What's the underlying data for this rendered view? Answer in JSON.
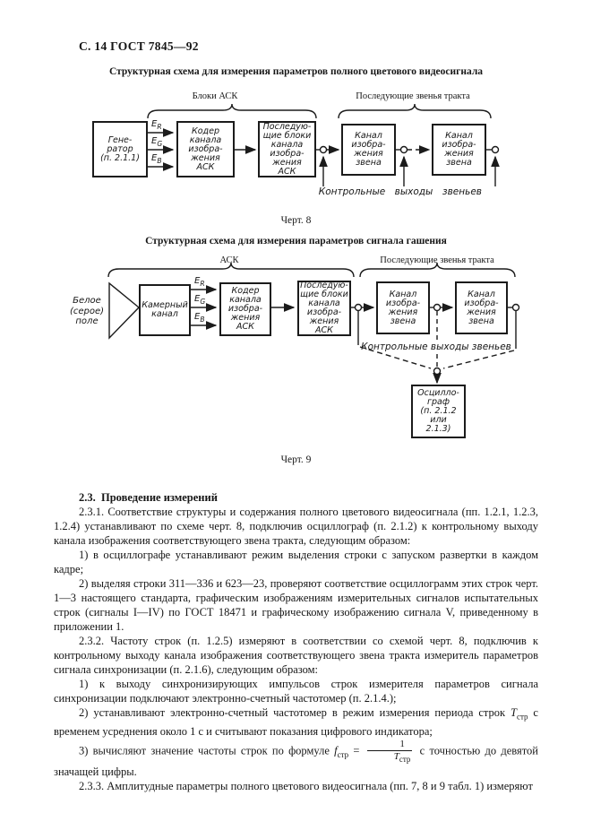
{
  "header": {
    "page_label": "С. 14 ГОСТ 7845—92"
  },
  "fig8": {
    "title": "Структурная схема для измерения параметров полного цветового видеосигнала",
    "caption": "Черт. 8",
    "brace_ask": "Блоки АСК",
    "brace_tract": "Последующие звенья тракта",
    "generator": "Гене-\nратор\n(п. 2.1.1)",
    "coder": "Кодер\nканала\nизобра-\nжения\nАСК",
    "subsequent": "Последую-\nщие блоки\nканала\nизобра-\nжения\nАСК",
    "channel1": "Канал\nизобра-\nжения\nзвена",
    "channel2": "Канал\nизобра-\nжения\nзвена",
    "sig_e": "Е",
    "sig_r": "R",
    "sig_g": "G",
    "sig_b": "B",
    "out_word1": "Контрольные",
    "out_word2": "выходы",
    "out_word3": "звеньев"
  },
  "fig9": {
    "title": "Структурная схема для измерения параметров сигнала гашения",
    "caption": "Черт. 9",
    "brace_ask": "АСК",
    "brace_tract": "Последующие звенья тракта",
    "white_field": "Белое\n(серое)\nполе",
    "camera": "Камерный\nканал",
    "coder": "Кодер\nканала\nизобра-\nжения\nАСК",
    "subsequent": "Последую-\nщие блоки\nканала\nизобра-\nжения\nАСК",
    "channel1": "Канал\nизобра-\nжения\nзвена",
    "channel2": "Канал\nизобра-\nжения\nзвена",
    "oscilloscope": "Осцилло-\nграф\n(п. 2.1.2 или\n2.1.3)",
    "outputs_label": "Контрольные выходы звеньев",
    "sig_e": "Е",
    "sig_r": "R",
    "sig_g": "G",
    "sig_b": "B"
  },
  "section": {
    "heading_num": "2.3.",
    "heading_title": "Проведение измерений",
    "p231": "2.3.1. Соответствие структуры и содержания полного цветового видеосигнала (пп. 1.2.1, 1.2.3, 1.2.4) устанавливают по схеме черт. 8, подключив осциллограф (п. 2.1.2) к контрольному выходу канала изображения соответствующего звена тракта, следующим образом:",
    "p231_i1": "1) в осциллографе устанавливают режим выделения строки с запуском развертки в каждом кадре;",
    "p231_i2": "2) выделяя строки 311—336 и 623—23, проверяют соответствие осциллограмм этих строк черт. 1—3 настоящего стандарта, графическим изображениям измерительных сигналов испытательных строк (сигналы I—IV) по ГОСТ 18471 и графическому изображению сигнала V, приведенному в приложении 1.",
    "p232": "2.3.2. Частоту строк (п. 1.2.5) измеряют в соответствии со схемой черт. 8, подключив к контрольному выходу канала изображения соответствующего звена тракта измеритель параметров сигнала синхронизации (п. 2.1.6), следующим образом:",
    "p232_i1": "1) к выходу синхронизирующих импульсов строк измерителя параметров сигнала синхронизации подключают электронно-счетный частотомер (п. 2.1.4.);",
    "p232_i2_pre": "2) устанавливают электронно-счетный частотомер в режим измерения периода строк ",
    "t_base": "Т",
    "t_sub": "стр",
    "p232_i2_post": " с временем усреднения около 1 с и считывают показания цифрового индикатора;",
    "p232_i3_pre": "3) вычисляют значение частоты строк по формуле ",
    "f_base": "f",
    "f_sub": "стр",
    "eq_sign": "=",
    "frac_num": "1",
    "frac_den_base": "Т",
    "frac_den_sub": "стр",
    "p232_i3_post": " с точностью до девятой значащей цифры.",
    "p233": "2.3.3. Амплитудные параметры полного цветового видеосигнала (пп. 7, 8 и 9 табл. 1) измеряют"
  }
}
